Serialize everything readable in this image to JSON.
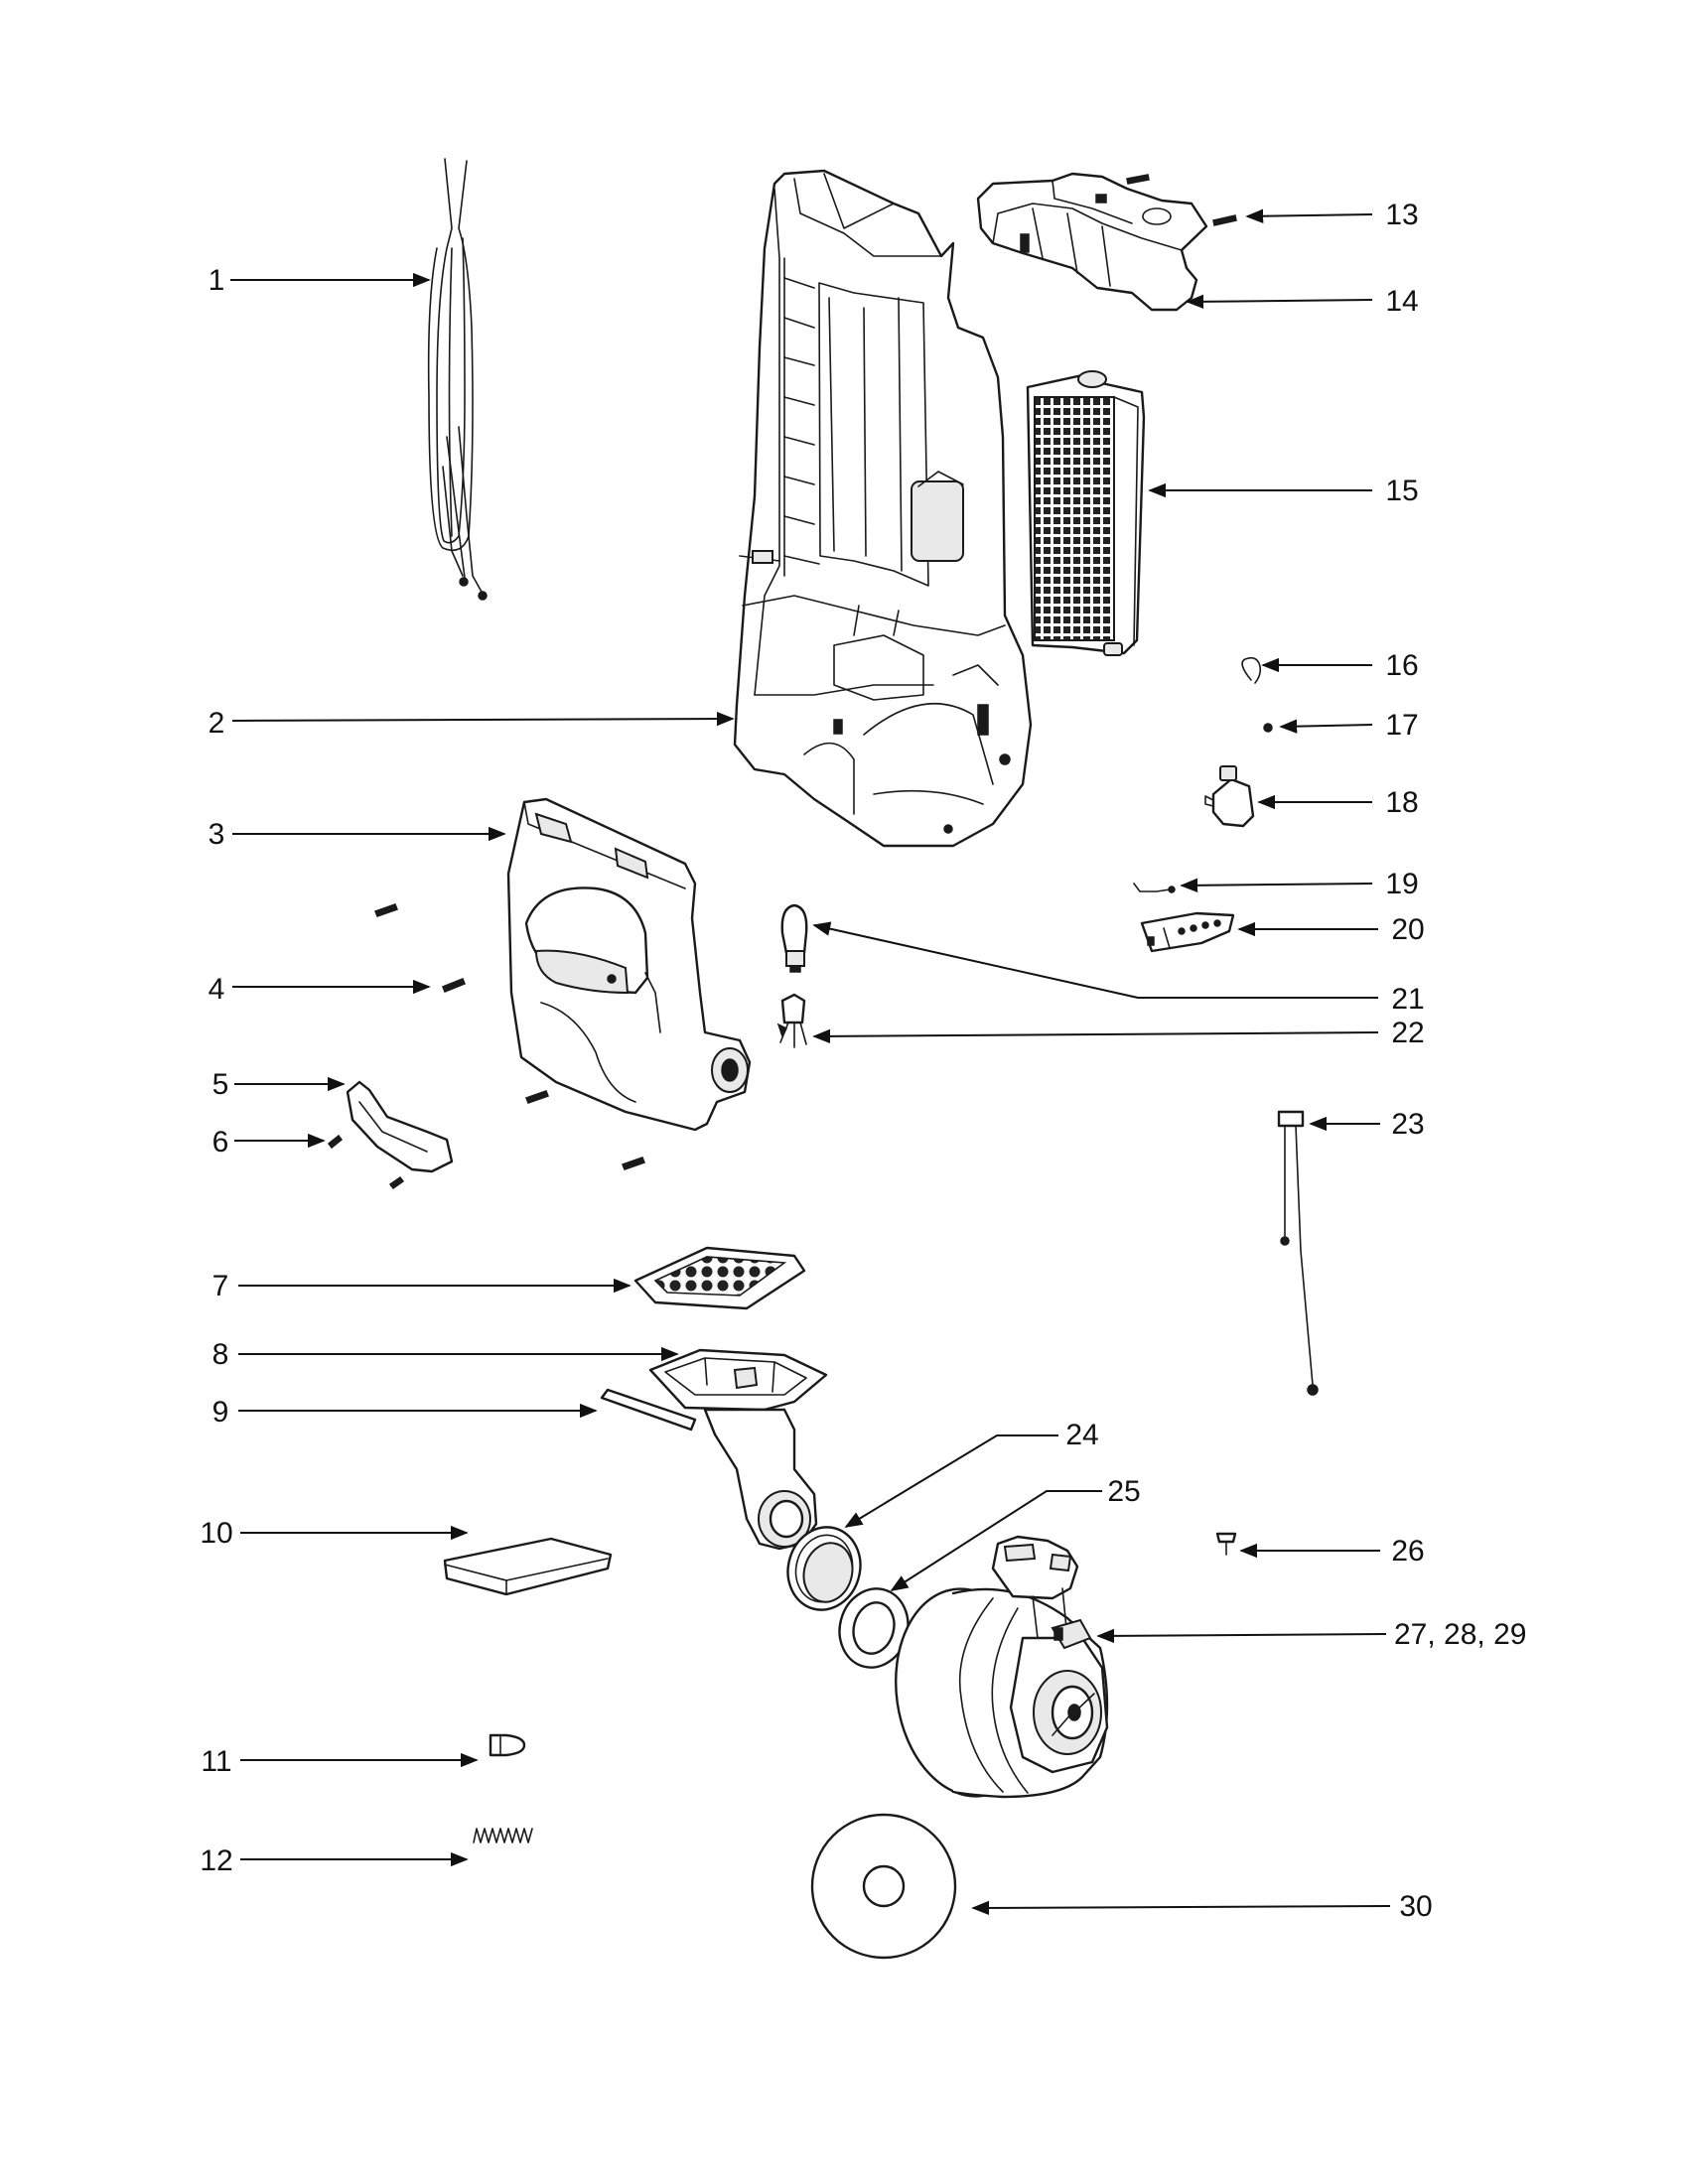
{
  "diagram": {
    "callouts": [
      {
        "key": "c1",
        "label": "1"
      },
      {
        "key": "c2",
        "label": "2"
      },
      {
        "key": "c3",
        "label": "3"
      },
      {
        "key": "c4",
        "label": "4"
      },
      {
        "key": "c5",
        "label": "5"
      },
      {
        "key": "c6",
        "label": "6"
      },
      {
        "key": "c7",
        "label": "7"
      },
      {
        "key": "c8",
        "label": "8"
      },
      {
        "key": "c9",
        "label": "9"
      },
      {
        "key": "c10",
        "label": "10"
      },
      {
        "key": "c11",
        "label": "11"
      },
      {
        "key": "c12",
        "label": "12"
      },
      {
        "key": "c13",
        "label": "13"
      },
      {
        "key": "c14",
        "label": "14"
      },
      {
        "key": "c15",
        "label": "15"
      },
      {
        "key": "c16",
        "label": "16"
      },
      {
        "key": "c17",
        "label": "17"
      },
      {
        "key": "c18",
        "label": "18"
      },
      {
        "key": "c19",
        "label": "19"
      },
      {
        "key": "c20",
        "label": "20"
      },
      {
        "key": "c21",
        "label": "21"
      },
      {
        "key": "c22",
        "label": "22"
      },
      {
        "key": "c23",
        "label": "23"
      },
      {
        "key": "c24",
        "label": "24"
      },
      {
        "key": "c25",
        "label": "25"
      },
      {
        "key": "c26",
        "label": "26"
      },
      {
        "key": "c27",
        "label": "27, 28, 29"
      },
      {
        "key": "c30",
        "label": "30"
      }
    ]
  }
}
